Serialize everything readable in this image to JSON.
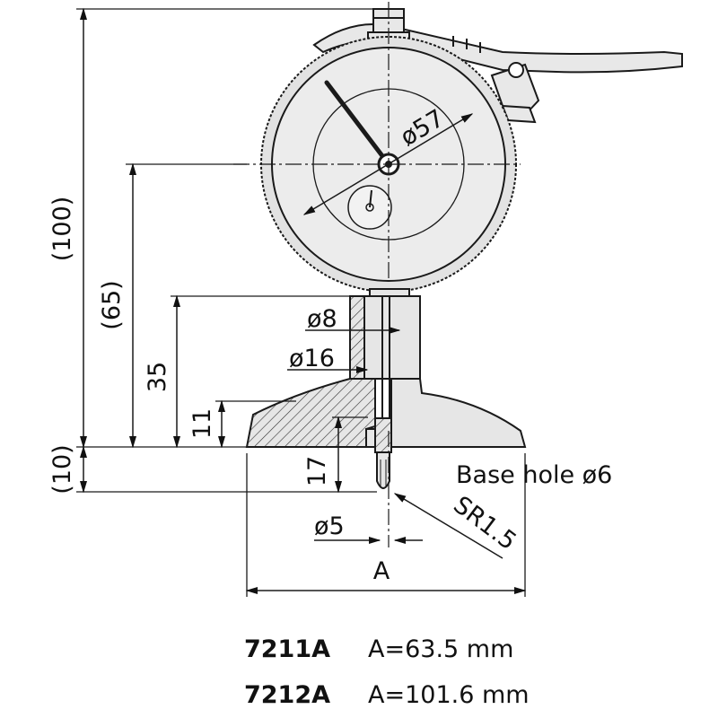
{
  "dimensions": {
    "overall_height": "(100)",
    "dial_center_height": "(65)",
    "stem_height": "35",
    "base_height": "11",
    "bottom_offset": "(10)",
    "probe_travel": "17",
    "dial_diameter": "ø57",
    "stem_diameter": "ø8",
    "collar_diameter": "ø16",
    "contact_diameter": "ø5",
    "contact_radius": "SR1.5",
    "base_width": "A"
  },
  "notes": {
    "base_hole": "Base hole ø6"
  },
  "models": [
    {
      "code": "7211A",
      "spec": "A=63.5 mm"
    },
    {
      "code": "7212A",
      "spec": "A=101.6 mm"
    }
  ],
  "colors": {
    "line": "#1a1a1a",
    "dial_fill": "#ececec",
    "body_fill": "#e6e6e6"
  }
}
